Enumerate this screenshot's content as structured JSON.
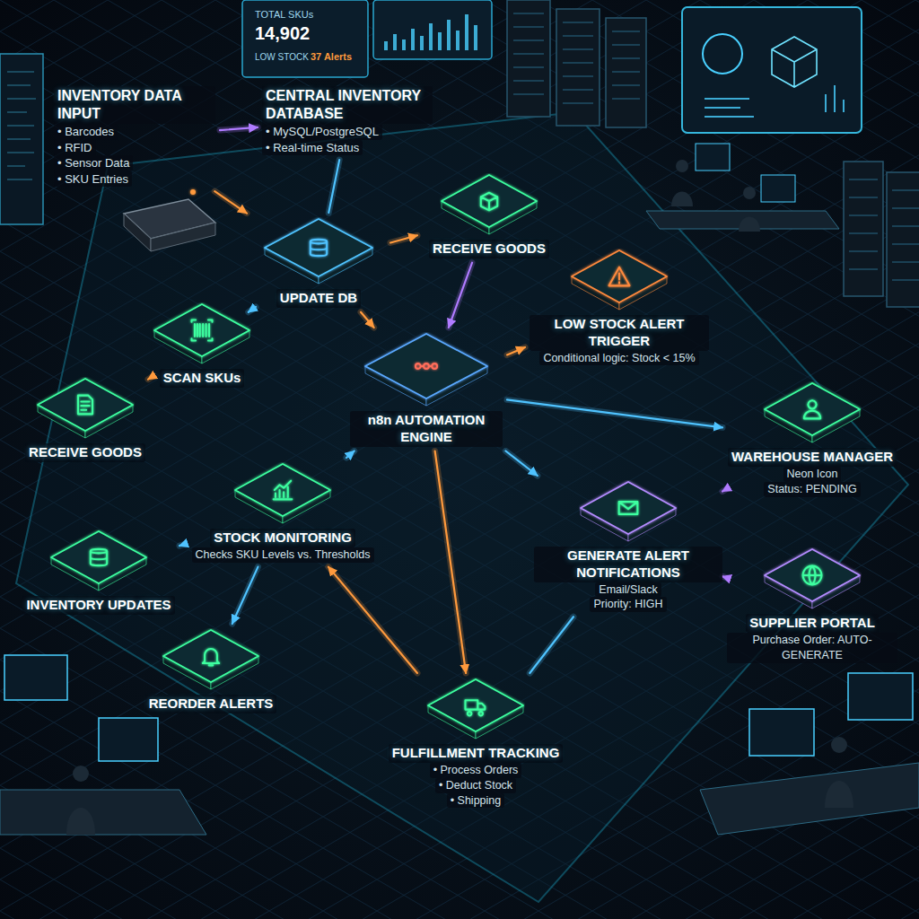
{
  "diagram": {
    "nodes": [
      {
        "text": [
          "INVENTORY DATA INPUT",
          "• Barcodes",
          "• RFID",
          "• Sensor Data",
          "• SKU Entries"
        ]
      },
      {
        "text": [
          "CENTRAL INVENTORY DATABASE",
          "• MySQL/PostgreSQL",
          "• Real-time Status"
        ]
      },
      {
        "text": [
          "UPDATE DB"
        ]
      },
      {
        "text": [
          "RECEIVE GOODS"
        ]
      },
      {
        "text": [
          "SCAN SKUs"
        ]
      },
      {
        "text": [
          "RECEIVE GOODS"
        ]
      },
      {
        "text": [
          "n8n AUTOMATION ENGINE"
        ]
      },
      {
        "text": [
          "LOW STOCK ALERT TRIGGER",
          "Conditional logic: Stock < 15%"
        ]
      },
      {
        "text": [
          "WAREHOUSE MANAGER",
          "Neon Icon",
          "Status: PENDING"
        ]
      },
      {
        "text": [
          "GENERATE ALERT NOTIFICATIONS",
          "Email/Slack",
          "Priority: HIGH"
        ]
      },
      {
        "text": [
          "SUPPLIER PORTAL",
          "Purchase Order: AUTO-GENERATE"
        ]
      },
      {
        "text": [
          "STOCK MONITORING",
          "Checks SKU Levels vs. Thresholds"
        ]
      },
      {
        "text": [
          "INVENTORY UPDATES"
        ]
      },
      {
        "text": [
          "REORDER ALERTS"
        ]
      },
      {
        "text": [
          "FULFILLMENT TRACKING",
          "• Process Orders",
          "• Deduct Stock",
          "• Shipping"
        ]
      }
    ],
    "edges": [
      {
        "from": 0,
        "to": 2,
        "arrow": "to"
      },
      {
        "from": 0,
        "to": 1,
        "arrow": "to"
      },
      {
        "from": 1,
        "to": 2,
        "arrow": "none"
      },
      {
        "from": 2,
        "to": 3,
        "arrow": "to"
      },
      {
        "from": 2,
        "to": 6,
        "arrow": "to"
      },
      {
        "from": 5,
        "to": 4,
        "arrow": "to"
      },
      {
        "from": 4,
        "to": 2,
        "arrow": "to"
      },
      {
        "from": 3,
        "to": 6,
        "arrow": "to"
      },
      {
        "from": 6,
        "to": 7,
        "arrow": "to"
      },
      {
        "from": 6,
        "to": 8,
        "arrow": "to"
      },
      {
        "from": 6,
        "to": 9,
        "arrow": "to"
      },
      {
        "from": 9,
        "to": 8,
        "arrow": "to"
      },
      {
        "from": 9,
        "to": 10,
        "arrow": "to"
      },
      {
        "from": 11,
        "to": 6,
        "arrow": "to"
      },
      {
        "from": 11,
        "to": 12,
        "arrow": "to"
      },
      {
        "from": 11,
        "to": 13,
        "arrow": "to"
      },
      {
        "from": 6,
        "to": 14,
        "arrow": "to"
      },
      {
        "from": 14,
        "to": 11,
        "arrow": "to"
      },
      {
        "from": 9,
        "to": 14,
        "arrow": "none"
      }
    ],
    "labels": [
      "TOTAL SKUs",
      "14,902",
      "LOW STOCK",
      "37 Alerts"
    ]
  }
}
